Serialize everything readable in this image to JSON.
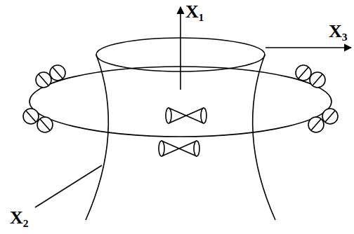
{
  "diagram": {
    "labels": [
      "X₁",
      "X₃",
      "X₂"
    ]
  }
}
